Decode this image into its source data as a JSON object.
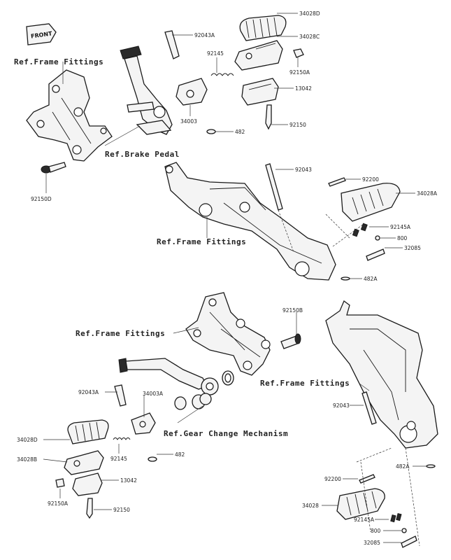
{
  "front_badge": "FRONT",
  "refs": {
    "frame_1": "Ref.Frame Fittings",
    "brake_pedal": "Ref.Brake Pedal",
    "frame_2": "Ref.Frame Fittings",
    "frame_3": "Ref.Frame Fittings",
    "frame_4": "Ref.Frame Fittings",
    "gear_change": "Ref.Gear Change Mechanism"
  },
  "parts": {
    "p_34028d_top": "34028D",
    "p_34028c": "34028C",
    "p_92043a_top": "92043A",
    "p_92145_top": "92145",
    "p_92150a_top": "92150A",
    "p_13042_top": "13042",
    "p_34003": "34003",
    "p_92150_top": "92150",
    "p_482_top": "482",
    "p_92150d": "92150D",
    "p_92043_mid": "92043",
    "p_92200_mid": "92200",
    "p_34028a": "34028A",
    "p_92145a_mid": "92145A",
    "p_800_mid": "800",
    "p_32085_mid": "32085",
    "p_482a_mid": "482A",
    "p_92150b": "92150B",
    "p_92043a_bot": "92043A",
    "p_34003a": "34003A",
    "p_34028d_bot": "34028D",
    "p_34028b": "34028B",
    "p_92145_bot": "92145",
    "p_482_bot": "482",
    "p_13042_bot": "13042",
    "p_92150a_bot": "92150A",
    "p_92150_bot": "92150",
    "p_92043_bot": "92043",
    "p_482a_bot": "482A",
    "p_92200_bot": "92200",
    "p_34028": "34028",
    "p_92145a_bot": "92145A",
    "p_800_bot": "800",
    "p_32085_bot": "32085"
  }
}
